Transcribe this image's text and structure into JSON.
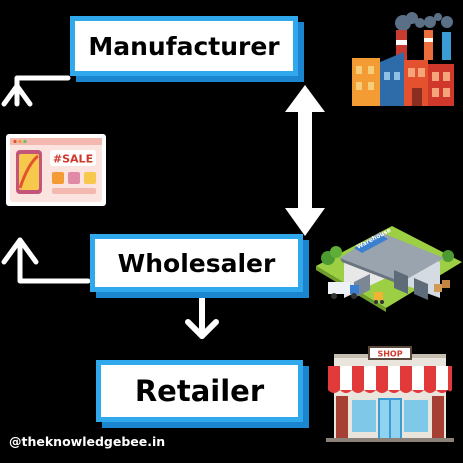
{
  "boxes": {
    "manufacturer": "Manufacturer",
    "wholesaler": "Wholesaler",
    "retailer": "Retailer"
  },
  "sale_card": {
    "tag": "#SALE"
  },
  "warehouse": {
    "sign": "Warehouse"
  },
  "shop": {
    "sign": "SHOP"
  },
  "credit": "@theknowledgebee.in",
  "colors": {
    "box_border": "#2fa8ec",
    "box_shadow": "#1b86cf",
    "background": "#000000",
    "arrows": "#ffffff"
  }
}
